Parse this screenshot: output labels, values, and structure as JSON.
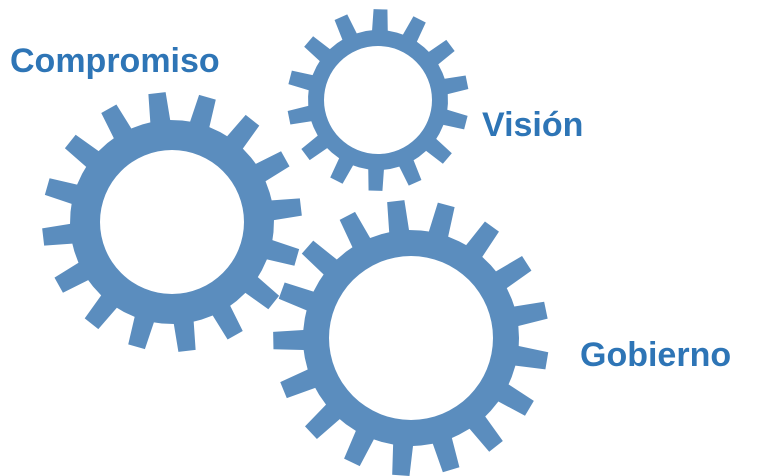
{
  "labels": {
    "compromiso": "Compromiso",
    "vision": "Visión",
    "gobierno": "Gobierno"
  },
  "colors": {
    "gear": "#5B8DBE",
    "label": "#2E75B6",
    "background": "#ffffff"
  },
  "gears": [
    {
      "name": "gear-compromiso",
      "teeth": 16
    },
    {
      "name": "gear-vision",
      "teeth": 14
    },
    {
      "name": "gear-gobierno",
      "teeth": 17
    }
  ]
}
